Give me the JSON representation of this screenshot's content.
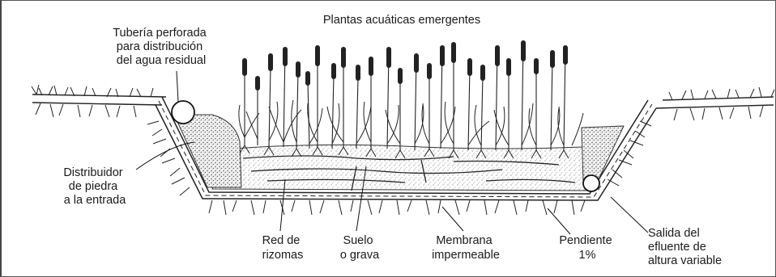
{
  "diagram": {
    "title": "Plantas acuáticas emergentes",
    "labels": {
      "pipe": [
        "Tubería perforada",
        "para distribución",
        "del agua residual"
      ],
      "distributor": [
        "Distribuidor",
        "de piedra",
        "a la entrada"
      ],
      "rhizomes": [
        "Red de",
        "rizomas"
      ],
      "soil": [
        "Suelo",
        "o grava"
      ],
      "membrane": [
        "Membrana",
        "impermeable"
      ],
      "slope": [
        "Pendiente",
        "1%"
      ],
      "outlet": [
        "Salida del",
        "efluente de",
        "altura variable"
      ]
    }
  }
}
